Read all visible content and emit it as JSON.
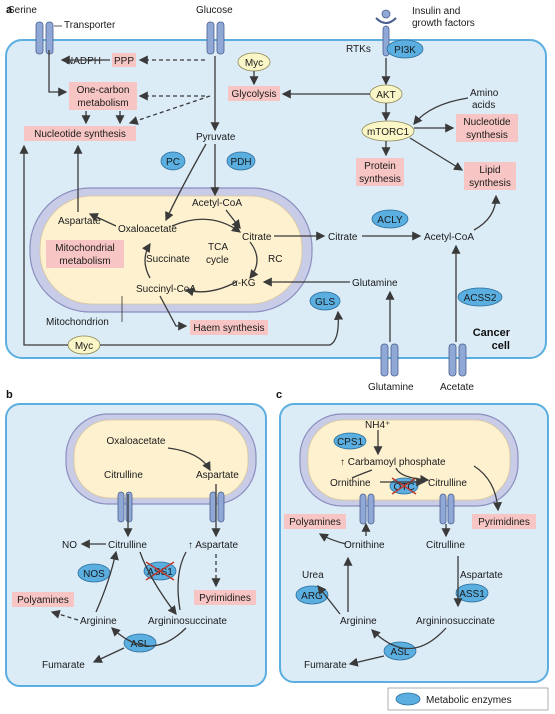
{
  "panels": {
    "a": "a",
    "b": "b",
    "c": "c"
  },
  "a": {
    "serine": "Serine",
    "transporter": "Transporter",
    "glucose": "Glucose",
    "insulin1": "Insulin and",
    "insulin2": "growth factors",
    "rtks": "RTKs",
    "pi3k": "PI3K",
    "nadph": "NADPH",
    "ppp": "PPP",
    "myc": "Myc",
    "one_carbon1": "One-carbon",
    "one_carbon2": "metabolism",
    "glycolysis": "Glycolysis",
    "akt": "AKT",
    "amino1": "Amino",
    "amino2": "acids",
    "nucleotide": "Nucleotide synthesis",
    "mtorc1": "mTORC1",
    "nuc2a": "Nucleotide",
    "nuc2b": "synthesis",
    "pyruvate": "Pyruvate",
    "pc": "PC",
    "pdh": "PDH",
    "protein1": "Protein",
    "protein2": "synthesis",
    "lipid1": "Lipid",
    "lipid2": "synthesis",
    "aspartate": "Aspartate",
    "oxaloacetate": "Oxaloacetate",
    "acetylcoa": "Acetyl-CoA",
    "citrate": "Citrate",
    "citrate_out": "Citrate",
    "acly": "ACLY",
    "acetylcoa_out": "Acetyl-CoA",
    "mito1": "Mitochondrial",
    "mito2": "metabolism",
    "succinate": "Succinate",
    "tca1": "TCA",
    "tca2": "cycle",
    "rc": "RC",
    "akg": "α-KG",
    "succinylcoa": "Succinyl-CoA",
    "glutamine_in": "Glutamine",
    "gls": "GLS",
    "acss2": "ACSS2",
    "mitochondrion": "Mitochondrion",
    "haem": "Haem synthesis",
    "cancer1": "Cancer",
    "cancer2": "cell",
    "myc2": "Myc",
    "glutamine": "Glutamine",
    "acetate": "Acetate"
  },
  "b": {
    "oxaloacetate": "Oxaloacetate",
    "citrulline_m": "Citrulline",
    "aspartate_m": "Aspartate",
    "no": "NO",
    "citrulline": "Citrulline",
    "aspartate": "↑ Aspartate",
    "nos": "NOS",
    "ass1": "ASS1",
    "polyamines": "Polyamines",
    "pyrimidines": "Pyrimidines",
    "arginine": "Arginine",
    "arginosuccinate": "Argininosuccinate",
    "asl": "ASL",
    "fumarate": "Fumarate"
  },
  "c": {
    "nh4": "NH4⁺",
    "cps1": "CPS1",
    "carbamoyl": "↑ Carbamoyl phosphate",
    "ornithine_m": "Ornithine",
    "otc": "OTC",
    "citrulline_m": "Citrulline",
    "polyamines": "Polyamines",
    "pyrimidines": "Pyrimidines",
    "ornithine": "Ornithine",
    "citrulline": "Citrulline",
    "urea": "Urea",
    "aspartate": "Aspartate",
    "arg": "ARG",
    "ass1": "ASS1",
    "arginine": "Arginine",
    "arginosuccinate": "Argininosuccinate",
    "fumarate": "Fumarate",
    "asl": "ASL"
  },
  "legend": {
    "label": "Metabolic enzymes"
  },
  "colors": {
    "cell_fill": "#dcecf7",
    "cell_border": "#5aaee0",
    "enzyme": "#5aaee0",
    "product": "#f7c6c4",
    "myc": "#fbf6c8"
  }
}
